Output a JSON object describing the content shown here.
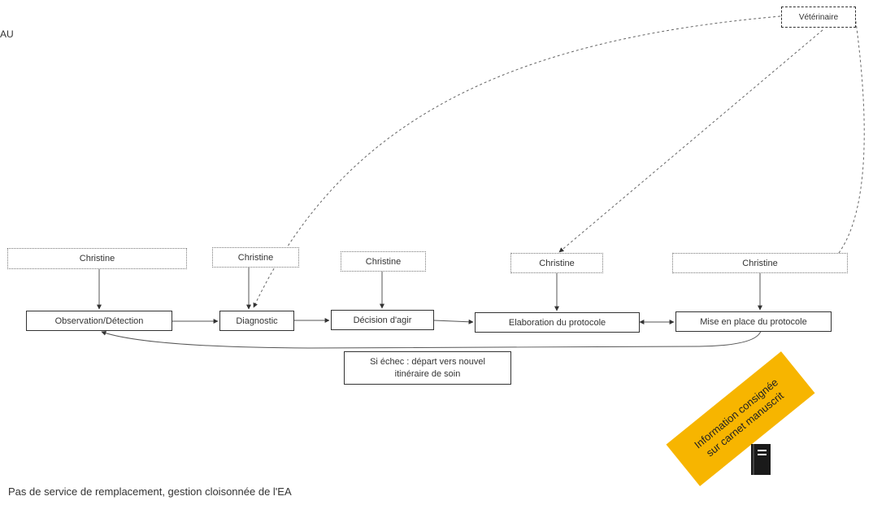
{
  "title_fragment": "AU",
  "external": {
    "veterinaire": "Vétérinaire"
  },
  "actors": [
    "Christine",
    "Christine",
    "Christine",
    "Christine",
    "Christine"
  ],
  "steps": [
    "Observation/Détection",
    "Diagnostic",
    "Décision d'agir",
    "Elaboration du protocole",
    "Mise en place du protocole"
  ],
  "loop_note": {
    "line1": "Si échec : départ vers nouvel",
    "line2": "itinéraire de soin"
  },
  "sticky_note": {
    "line1": "Information consignée",
    "line2": "sur carnet manuscrit"
  },
  "footnote": "Pas de service de remplacement, gestion cloisonnée de l'EA",
  "icons": {
    "notebook": "notebook-icon"
  },
  "colors": {
    "sticky": "#f7b500",
    "stroke": "#333333",
    "dotted": "#777777"
  }
}
